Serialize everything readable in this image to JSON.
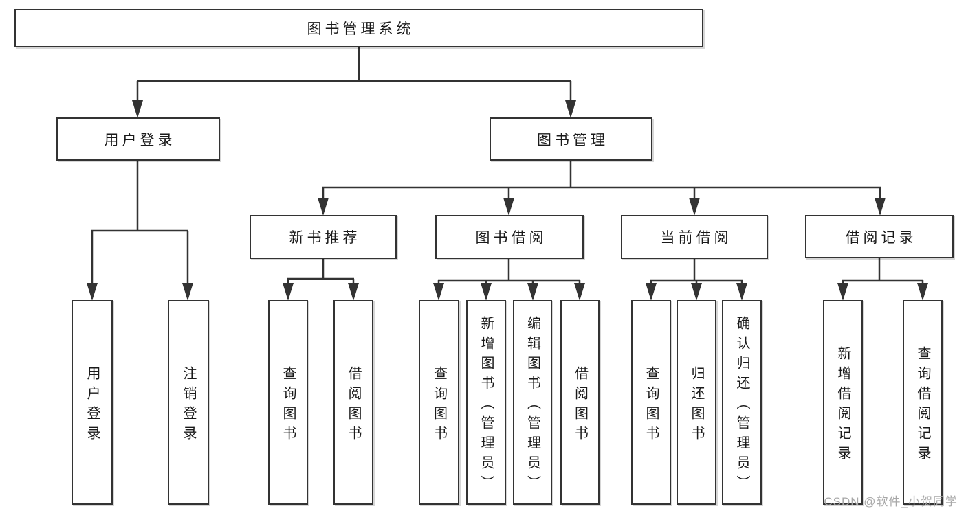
{
  "diagram": {
    "root": "图书管理系统",
    "level2": [
      "用户登录",
      "图书管理"
    ],
    "level3": [
      "新书推荐",
      "图书借阅",
      "当前借阅",
      "借阅记录"
    ],
    "leaves": {
      "user_login": [
        "用户登录",
        "注销登录"
      ],
      "new_book_recommend": [
        "查询图书",
        "借阅图书"
      ],
      "book_borrow": [
        "查询图书",
        "新增图书（管理员）",
        "编辑图书（管理员）",
        "借阅图书"
      ],
      "current_borrow": [
        "查询图书",
        "归还图书",
        "确认归还（管理员）"
      ],
      "borrow_record": [
        "新增借阅记录",
        "查询借阅记录"
      ]
    }
  },
  "watermark": "CSDN @软件_小贺同学",
  "colors": {
    "line": "#333333",
    "text": "#1a1a1a",
    "box_background": "#ffffff",
    "watermark": "#a8a8a8"
  }
}
